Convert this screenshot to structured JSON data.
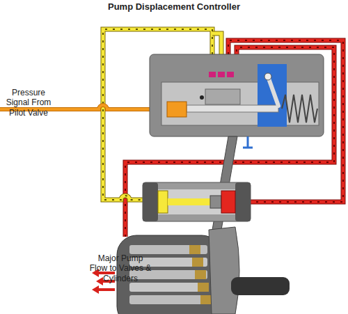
{
  "diagram": {
    "title": "Pump Displacement Controller",
    "labels": [
      "Pressure Signal From Pilot Valve",
      "Major Pump Flow to Valves & Cylinders"
    ]
  }
}
